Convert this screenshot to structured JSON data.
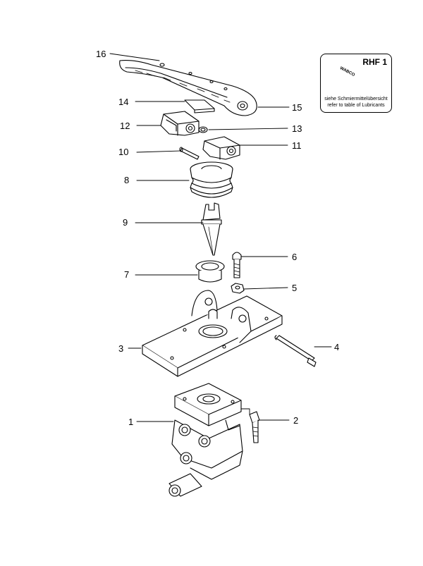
{
  "diagram": {
    "labels": [
      {
        "num": "16",
        "part": "pedal-lever"
      },
      {
        "num": "14",
        "part": "pad"
      },
      {
        "num": "15",
        "part": "pedal-lever"
      },
      {
        "num": "12",
        "part": "roller-bracket-left"
      },
      {
        "num": "13",
        "part": "circlip"
      },
      {
        "num": "11",
        "part": "roller-bracket-right"
      },
      {
        "num": "10",
        "part": "pin"
      },
      {
        "num": "8",
        "part": "rubber-boot"
      },
      {
        "num": "9",
        "part": "plunger"
      },
      {
        "num": "6",
        "part": "screw-short"
      },
      {
        "num": "7",
        "part": "guide-bushing"
      },
      {
        "num": "5",
        "part": "nut"
      },
      {
        "num": "3",
        "part": "base-plate"
      },
      {
        "num": "4",
        "part": "long-bolt"
      },
      {
        "num": "1",
        "part": "valve-body"
      },
      {
        "num": "2",
        "part": "screw"
      }
    ],
    "lubricant_box": {
      "code": "RHF 1",
      "brand": "WABCO",
      "line_de": "siehe Schmiermittelübersicht",
      "line_en": "refer to table of Lubricants"
    }
  }
}
